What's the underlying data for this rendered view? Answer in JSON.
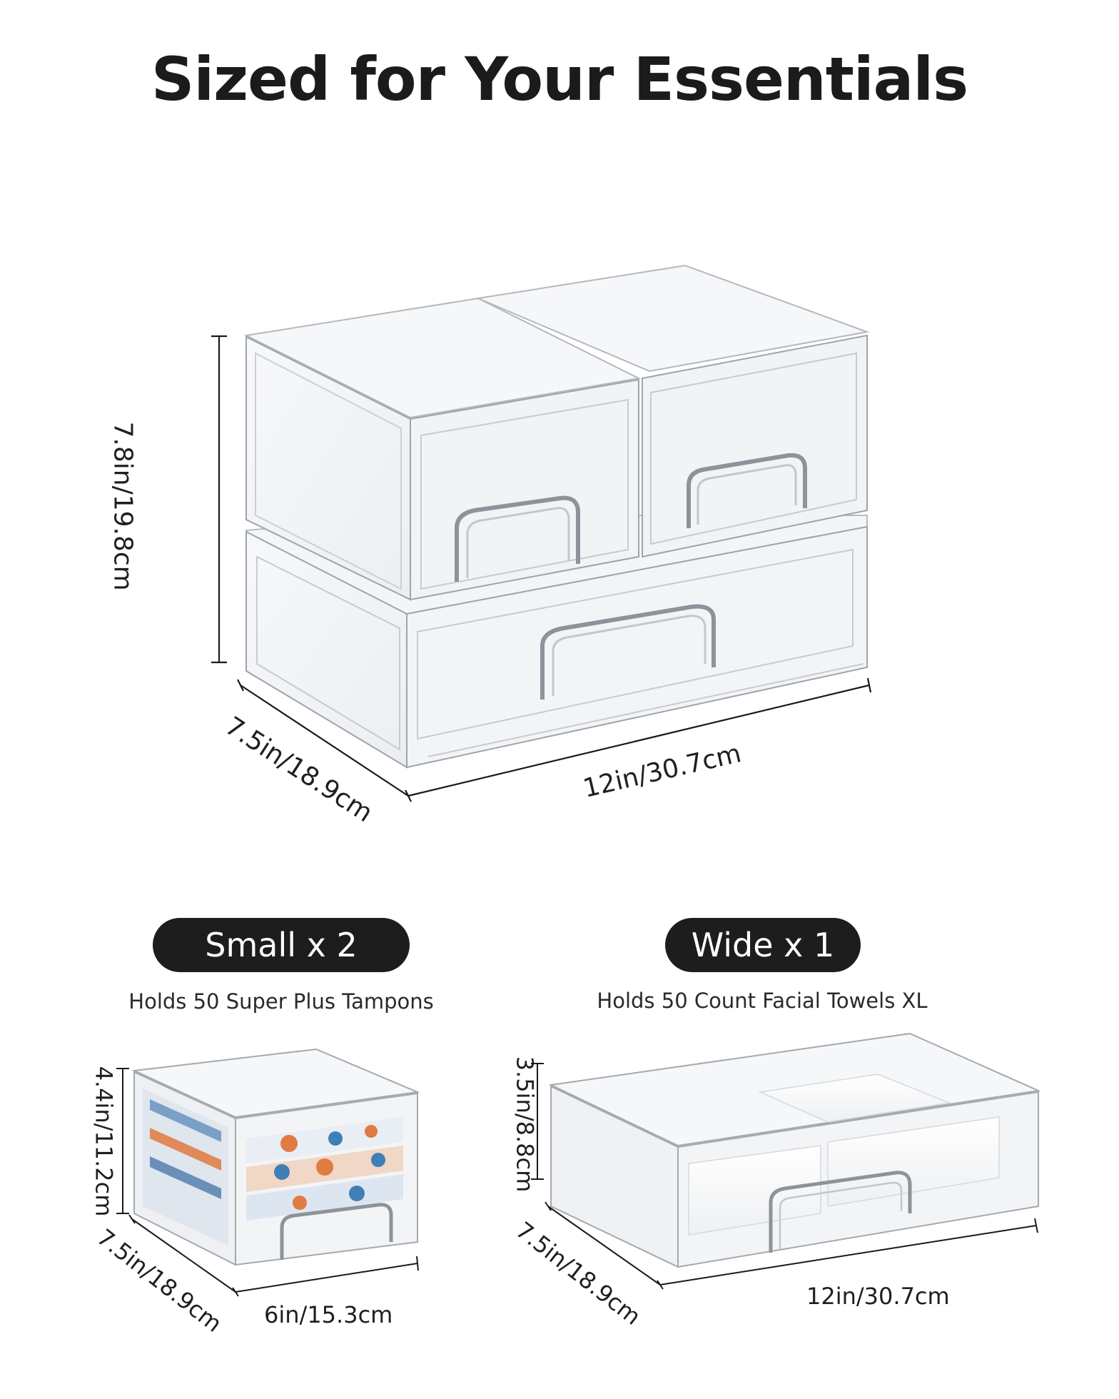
{
  "title": "Sized for Your Essentials",
  "main_unit": {
    "height_label": "7.8in/19.8cm",
    "depth_label": "7.5in/18.9cm",
    "width_label": "12in/30.7cm"
  },
  "small": {
    "badge": "Small x 2",
    "caption": "Holds 50 Super Plus Tampons",
    "height_label": "4.4in/11.2cm",
    "depth_label": "7.5in/18.9cm",
    "width_label": "6in/15.3cm"
  },
  "wide": {
    "badge": "Wide x 1",
    "caption": "Holds 50 Count Facial Towels XL",
    "height_label": "3.5in/8.8cm",
    "depth_label": "7.5in/18.9cm",
    "width_label": "12in/30.7cm"
  },
  "colors": {
    "text": "#1b1b1b",
    "pill_bg": "#1d1d1d",
    "pill_text": "#ffffff",
    "acrylic_edge": "#b9bec4"
  }
}
